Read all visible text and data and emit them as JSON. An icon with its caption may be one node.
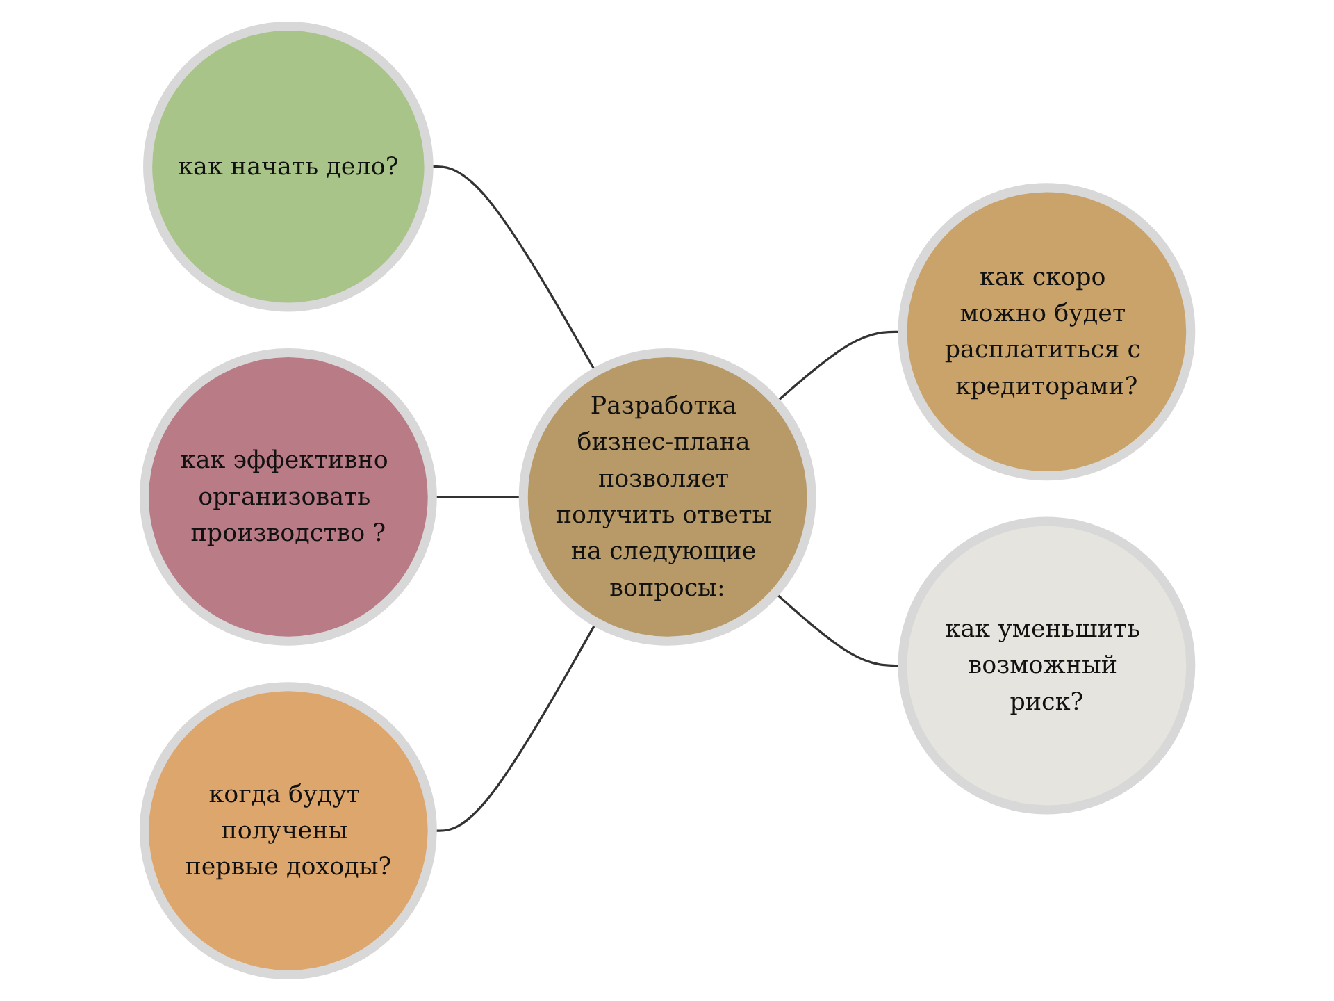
{
  "diagram": {
    "nodes": [
      {
        "text": [
          "Разработка бизнес-плана позволяет получить ответы на следующие вопросы:"
        ]
      },
      {
        "text": [
          "как начать дело?"
        ]
      },
      {
        "text": [
          "как скоро можно будет расплатиться с кредиторами?"
        ]
      },
      {
        "text": [
          "как эффективно организовать производство ?"
        ]
      },
      {
        "text": [
          "когда будут получены первые доходы?"
        ]
      },
      {
        "text": [
          "как уменьшить возможный риск?"
        ]
      }
    ],
    "edges": [
      {
        "from": 1,
        "to": 0,
        "arrow": "none"
      },
      {
        "from": 0,
        "to": 2,
        "arrow": "none"
      },
      {
        "from": 3,
        "to": 0,
        "arrow": "none"
      },
      {
        "from": 4,
        "to": 0,
        "arrow": "none"
      },
      {
        "from": 0,
        "to": 5,
        "arrow": "none"
      }
    ]
  }
}
